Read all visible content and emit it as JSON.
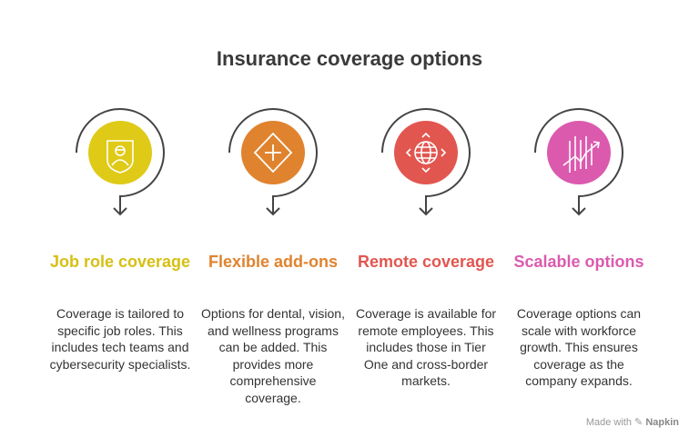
{
  "title": "Insurance coverage options",
  "items": [
    {
      "title": "Job role coverage",
      "description": "Coverage is tailored to specific job roles. This includes tech teams and cybersecurity specialists.",
      "color": "#DFCA18",
      "text_color": "#D6C014",
      "icon": "shield-user-icon"
    },
    {
      "title": "Flexible add-ons",
      "description": "Options for dental, vision, and wellness programs can be added. This provides more comprehensive coverage.",
      "color": "#E0832E",
      "text_color": "#E0832E",
      "icon": "diamond-plus-icon"
    },
    {
      "title": "Remote coverage",
      "description": "Coverage is available for remote employees. This includes those in Tier One and cross-border markets.",
      "color": "#E25650",
      "text_color": "#E25650",
      "icon": "globe-arrows-icon"
    },
    {
      "title": "Scalable options",
      "description": "Coverage options can scale with workforce growth. This ensures coverage as the company expands.",
      "color": "#DB5AAE",
      "text_color": "#DB5AAE",
      "icon": "growth-chart-icon"
    }
  ],
  "footer": {
    "made_with": "Made with",
    "brand": "Napkin"
  }
}
